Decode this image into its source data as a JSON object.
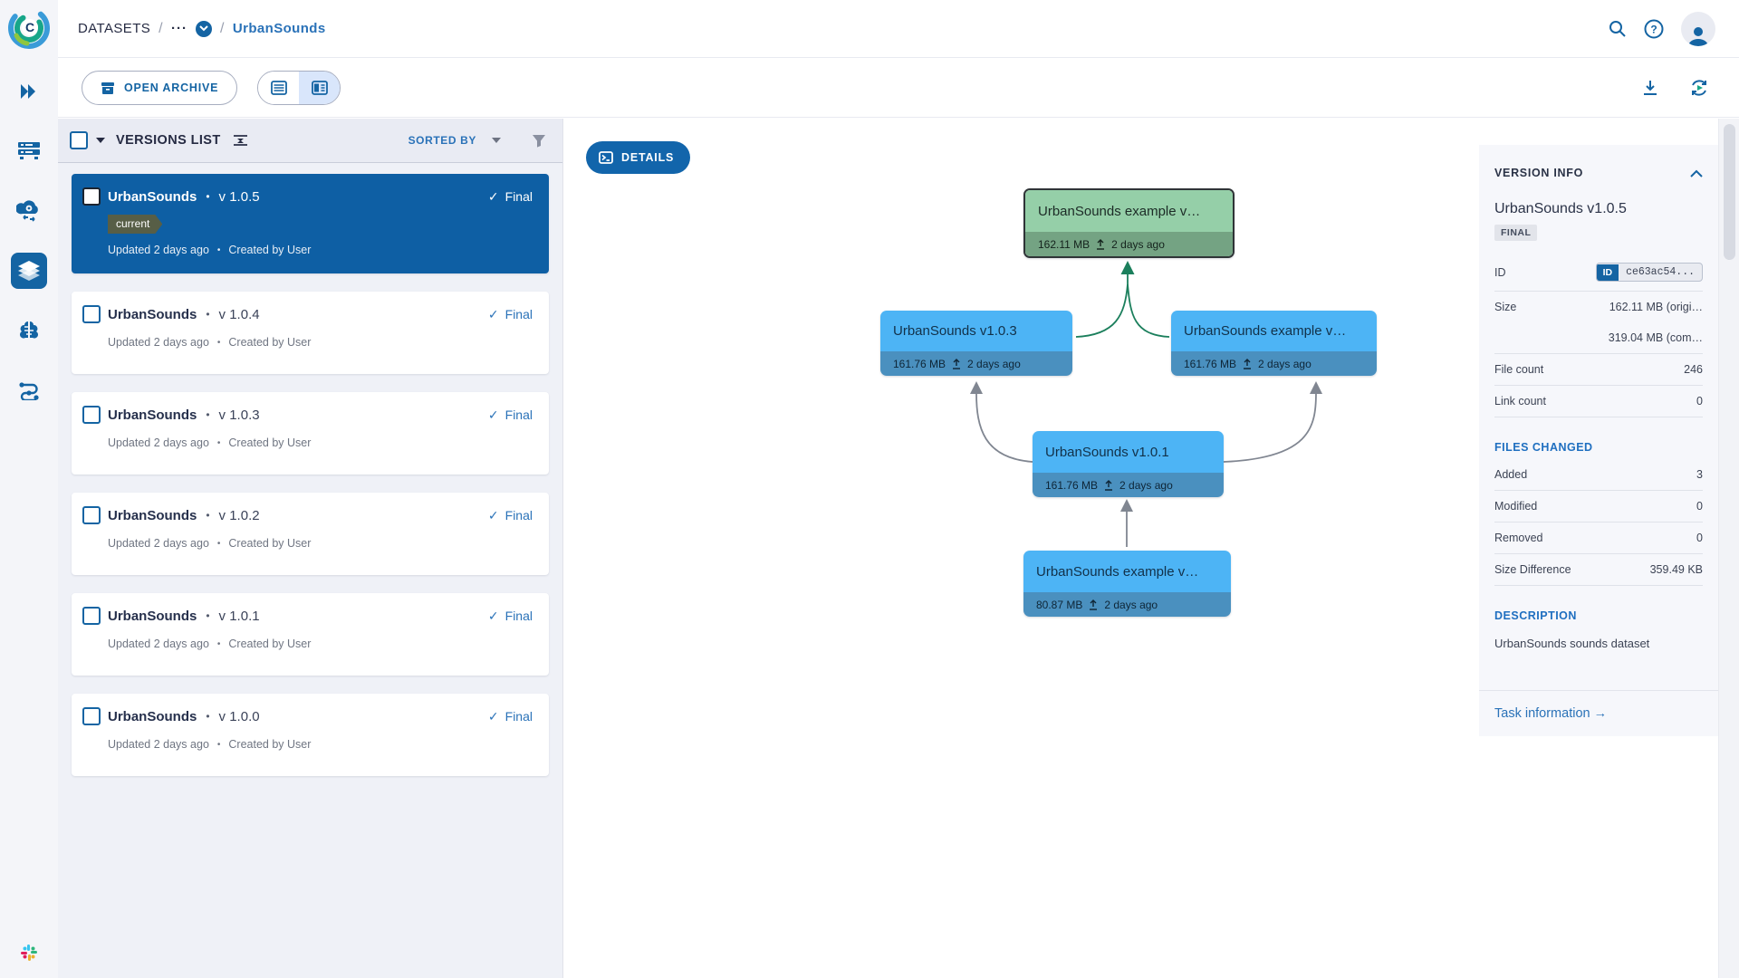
{
  "header": {
    "breadcrumb": {
      "root": "DATASETS",
      "separator": "/",
      "ellipsis": "···",
      "current": "UrbanSounds"
    }
  },
  "toolbar": {
    "open_archive_label": "OPEN ARCHIVE"
  },
  "sidebar": {
    "icons": [
      "clearml-logo",
      "expand-sidebar",
      "projects",
      "data-processing",
      "datasets",
      "models",
      "pipelines",
      "slack"
    ],
    "active_icon": "datasets"
  },
  "versions_panel": {
    "title": "VERSIONS LIST",
    "sorted_by_label": "SORTED BY",
    "items": [
      {
        "name": "UrbanSounds",
        "version": "v 1.0.5",
        "status": "Final",
        "check": "✓",
        "dot": "•",
        "tag": "current",
        "updated": "Updated 2 days ago",
        "created": "Created by User",
        "selected": true
      },
      {
        "name": "UrbanSounds",
        "version": "v 1.0.4",
        "status": "Final",
        "check": "✓",
        "dot": "•",
        "tag": null,
        "updated": "Updated 2 days ago",
        "created": "Created by User",
        "selected": false
      },
      {
        "name": "UrbanSounds",
        "version": "v 1.0.3",
        "status": "Final",
        "check": "✓",
        "dot": "•",
        "tag": null,
        "updated": "Updated 2 days ago",
        "created": "Created by User",
        "selected": false
      },
      {
        "name": "UrbanSounds",
        "version": "v 1.0.2",
        "status": "Final",
        "check": "✓",
        "dot": "•",
        "tag": null,
        "updated": "Updated 2 days ago",
        "created": "Created by User",
        "selected": false
      },
      {
        "name": "UrbanSounds",
        "version": "v 1.0.1",
        "status": "Final",
        "check": "✓",
        "dot": "•",
        "tag": null,
        "updated": "Updated 2 days ago",
        "created": "Created by User",
        "selected": false
      },
      {
        "name": "UrbanSounds",
        "version": "v 1.0.0",
        "status": "Final",
        "check": "✓",
        "dot": "•",
        "tag": null,
        "updated": "Updated 2 days ago",
        "created": "Created by User",
        "selected": false
      }
    ]
  },
  "graph": {
    "details_button_label": "DETAILS",
    "nodes": [
      {
        "id": "v105",
        "title": "UrbanSounds example v…",
        "size": "162.11 MB",
        "time": "2 days ago",
        "style": "green-selected"
      },
      {
        "id": "v103",
        "title": "UrbanSounds v1.0.3",
        "size": "161.76 MB",
        "time": "2 days ago",
        "style": "blue"
      },
      {
        "id": "v104",
        "title": "UrbanSounds example v…",
        "size": "161.76 MB",
        "time": "2 days ago",
        "style": "blue"
      },
      {
        "id": "v101",
        "title": "UrbanSounds v1.0.1",
        "size": "161.76 MB",
        "time": "2 days ago",
        "style": "blue"
      },
      {
        "id": "v100",
        "title": "UrbanSounds example v…",
        "size": "80.87 MB",
        "time": "2 days ago",
        "style": "blue"
      }
    ],
    "edges": [
      {
        "from": "v103",
        "to": "v105",
        "color": "green"
      },
      {
        "from": "v104",
        "to": "v105",
        "color": "green"
      },
      {
        "from": "v101",
        "to": "v103",
        "color": "gray"
      },
      {
        "from": "v101",
        "to": "v104",
        "color": "gray"
      },
      {
        "from": "v100",
        "to": "v101",
        "color": "gray"
      }
    ]
  },
  "version_info": {
    "title": "VERSION INFO",
    "name": "UrbanSounds v1.0.5",
    "status_badge": "FINAL",
    "id_row": {
      "label": "ID",
      "badge": "ID",
      "value": "ce63ac54..."
    },
    "size_row": {
      "label": "Size",
      "value1": "162.11 MB (origi…",
      "value2": "319.04 MB (com…"
    },
    "rows": [
      {
        "label": "File count",
        "value": "246"
      },
      {
        "label": "Link count",
        "value": "0"
      }
    ],
    "files_changed": {
      "title": "FILES CHANGED",
      "rows": [
        {
          "label": "Added",
          "value": "3"
        },
        {
          "label": "Modified",
          "value": "0"
        },
        {
          "label": "Removed",
          "value": "0"
        },
        {
          "label": "Size Difference",
          "value": "359.49 KB"
        }
      ]
    },
    "description": {
      "title": "DESCRIPTION",
      "text": "UrbanSounds sounds dataset"
    },
    "task_link_label": "Task information →"
  },
  "colors": {
    "accent_blue": "#1464a3",
    "link_blue": "#2a72b8",
    "selected_card_blue": "#0e5fa4",
    "node_blue": "#4db4f5",
    "node_blue_footer": "#4a90bf",
    "node_green": "#95cfa8",
    "node_green_footer": "#74a383",
    "edge_green": "#1b7f5c",
    "edge_gray": "#808691",
    "current_tag_olive": "#575e46",
    "section_header_blue": "#1f6fc0"
  }
}
